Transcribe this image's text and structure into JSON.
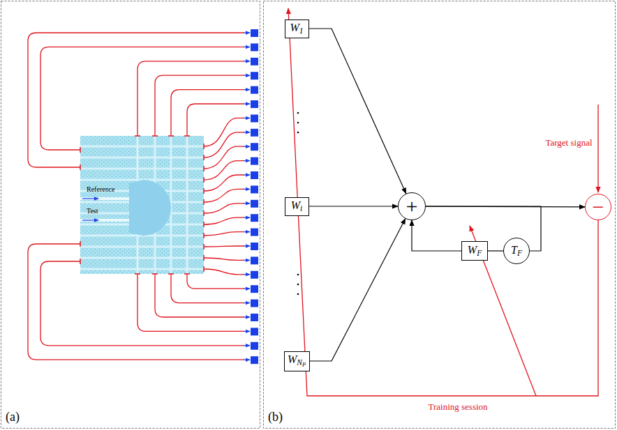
{
  "diagram": {
    "nodes": [
      {
        "text": [
          "W1"
        ]
      },
      {
        "text": [
          "Wi"
        ]
      },
      {
        "text": [
          "WNP"
        ]
      },
      {
        "text": [
          "+"
        ]
      },
      {
        "text": [
          "WF"
        ]
      },
      {
        "text": [
          "TF"
        ]
      },
      {
        "text": [
          "−"
        ]
      }
    ],
    "edges": [
      {
        "from": 0,
        "to": 3,
        "arrow": "to"
      },
      {
        "from": 1,
        "to": 3,
        "arrow": "to"
      },
      {
        "from": 2,
        "to": 3,
        "arrow": "to"
      },
      {
        "from": 3,
        "to": 6,
        "arrow": "to"
      },
      {
        "from": 3,
        "to": 5,
        "arrow": "none"
      },
      {
        "from": 5,
        "to": 4,
        "arrow": "none"
      },
      {
        "from": 4,
        "to": 3,
        "arrow": "to"
      }
    ],
    "labels": [
      "(a)",
      "(b)",
      "Reference",
      "Test",
      "Target signal",
      "Training session"
    ]
  }
}
